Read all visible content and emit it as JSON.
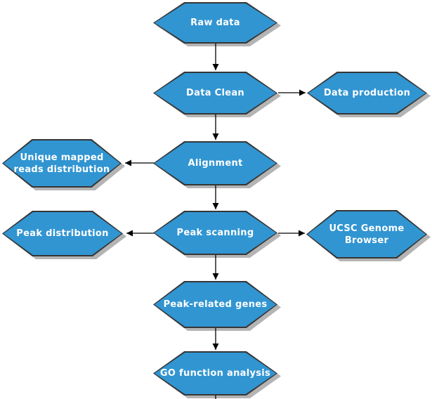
{
  "diagram": {
    "type": "flowchart",
    "colors": {
      "node_fill": "#3195d2",
      "node_border": "#363636",
      "shadow": "#b4b4b4",
      "text": "#ffffff",
      "line": "#000000",
      "background": "#ffffff"
    },
    "nodes": {
      "raw_data": {
        "label": "Raw data",
        "shape": "hexagon"
      },
      "data_clean": {
        "label": "Data Clean",
        "shape": "hexagon"
      },
      "data_production": {
        "label": "Data production",
        "shape": "hexagon"
      },
      "unique_mapped": {
        "label": "Unique mapped reads distribution",
        "shape": "hexagon"
      },
      "alignment": {
        "label": "Alignment",
        "shape": "hexagon"
      },
      "peak_distribution": {
        "label": "Peak distribution",
        "shape": "hexagon"
      },
      "peak_scanning": {
        "label": "Peak scanning",
        "shape": "hexagon"
      },
      "ucsc": {
        "label": "UCSC Genome Browser",
        "shape": "hexagon"
      },
      "peak_related_genes": {
        "label": "Peak-related genes",
        "shape": "hexagon"
      },
      "go_function": {
        "label": "GO function analysis",
        "shape": "hexagon"
      }
    },
    "edges": [
      {
        "from": "raw_data",
        "to": "data_clean",
        "direction": "down"
      },
      {
        "from": "data_clean",
        "to": "data_production",
        "direction": "right"
      },
      {
        "from": "data_clean",
        "to": "alignment",
        "direction": "down"
      },
      {
        "from": "alignment",
        "to": "unique_mapped",
        "direction": "left"
      },
      {
        "from": "alignment",
        "to": "peak_scanning",
        "direction": "down"
      },
      {
        "from": "peak_scanning",
        "to": "peak_distribution",
        "direction": "left"
      },
      {
        "from": "peak_scanning",
        "to": "ucsc",
        "direction": "right"
      },
      {
        "from": "peak_scanning",
        "to": "peak_related_genes",
        "direction": "down"
      },
      {
        "from": "peak_related_genes",
        "to": "go_function",
        "direction": "down"
      },
      {
        "from": "go_function",
        "to": "offscreen-bottom",
        "direction": "down"
      }
    ]
  }
}
